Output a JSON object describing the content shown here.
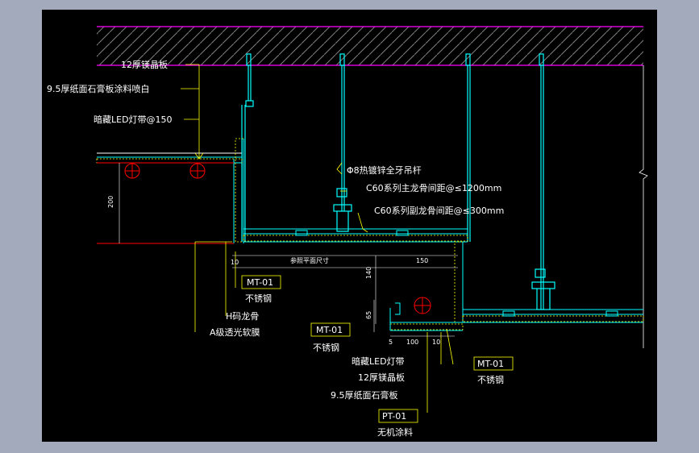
{
  "labels": {
    "l_crystal_board_top": "12厚镁晶板",
    "l_gypsum_top": "9.5厚纸面石膏板涂料喷白",
    "l_led_top": "暗藏LED灯带@150",
    "l_rod": "Φ8热镀锌全牙吊杆",
    "l_main_keel": "C60系列主龙骨间距@≤1200mm",
    "l_sub_keel": "C60系列副龙骨间距@≤300mm",
    "l_mt01_a": "MT-01",
    "l_ss_a": "不锈钢",
    "l_h_keel": "H码龙骨",
    "l_film": "A级透光软膜",
    "l_mt01_b": "MT-01",
    "l_ss_b": "不锈钢",
    "l_led_bottom": "暗藏LED灯带",
    "l_crystal_board_bottom": "12厚镁晶板",
    "l_gypsum_bottom": "9.5厚纸面石膏板",
    "l_pt01": "PT-01",
    "l_paint": "无机涂料",
    "l_mt01_c": "MT-01",
    "l_ss_c": "不锈钢"
  },
  "dimensions": {
    "d_200": "200",
    "d_10_left": "10",
    "d_plan_ref": "参照平面尺寸",
    "d_140": "140",
    "d_150": "150",
    "d_65": "65",
    "d_5": "5",
    "d_100": "100",
    "d_10_right": "10"
  },
  "colors": {
    "background": "#000000",
    "frame": "#a3aabb",
    "cyan": "#00ffff",
    "yellow": "#ffff00",
    "magenta": "#ff00ff",
    "red": "#ff0000",
    "white": "#ffffff",
    "green": "#00ff00",
    "gray": "#7f7f7f"
  }
}
